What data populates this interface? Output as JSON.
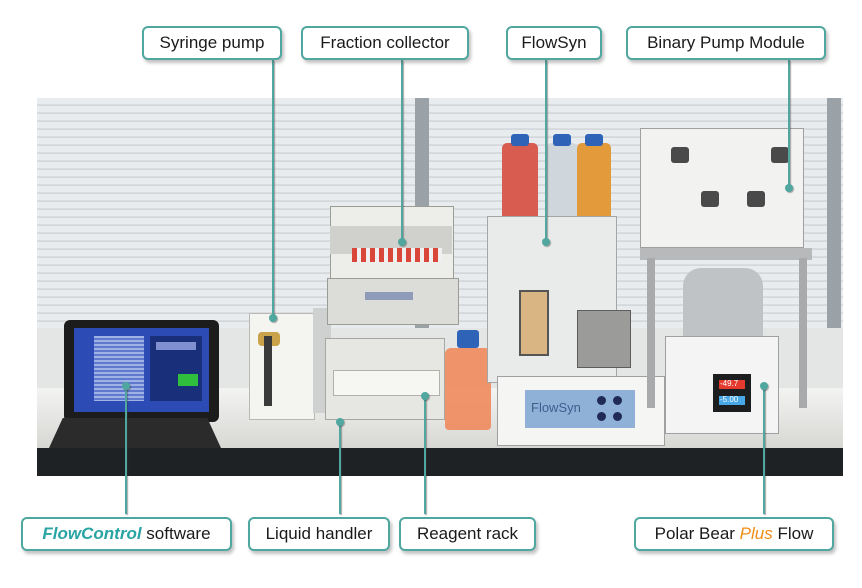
{
  "photo": {
    "flowsyn_screen_text": "FlowSyn",
    "polar_display_top": "-49.7",
    "polar_display_bottom": "-5.00"
  },
  "labels": {
    "syringe_pump": "Syringe pump",
    "fraction_collector": "Fraction collector",
    "flowsyn": "FlowSyn",
    "binary_pump_module": "Binary Pump Module",
    "flowcontrol_em": "FlowControl",
    "flowcontrol_rest": " software",
    "liquid_handler": "Liquid handler",
    "reagent_rack": "Reagent rack",
    "polar_bear_prefix": "Polar Bear ",
    "polar_bear_em": "Plus",
    "polar_bear_suffix": " Flow"
  },
  "colors": {
    "callout_border": "#4fa7a0",
    "flowcontrol_emphasis": "#2aa3a3",
    "plus_emphasis": "#f08d17"
  }
}
